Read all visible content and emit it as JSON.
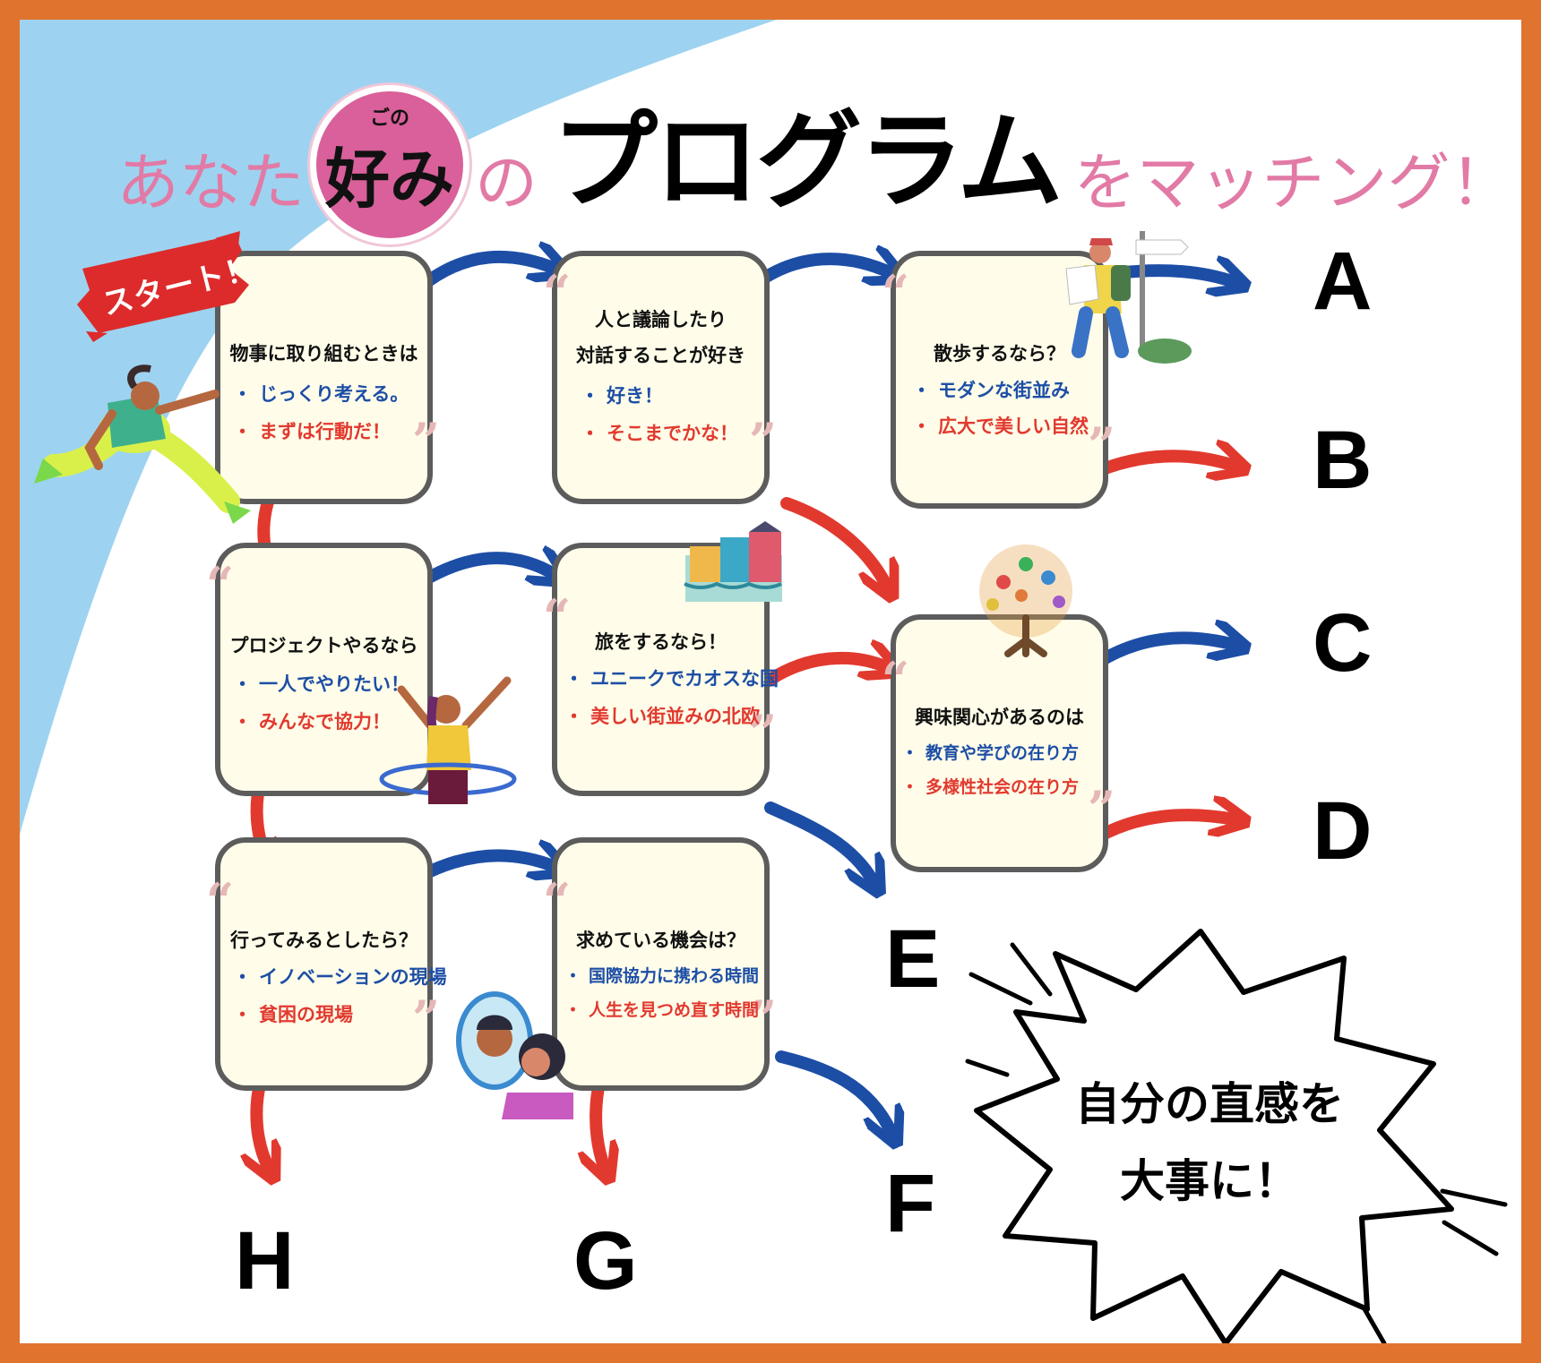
{
  "title": {
    "part1": "あなた",
    "ruby": "ごの",
    "konomi": "好み",
    "part2": "の",
    "main": "プログラム",
    "part3": "をマッチング！"
  },
  "start_label": "スタート！",
  "boxes": [
    {
      "question": "物事に取り組むときは",
      "opt_blue": "じっくり考える。",
      "opt_red": "まずは行動だ！"
    },
    {
      "question": "人と議論したり",
      "question2": "対話することが好き",
      "opt_blue": "好き！",
      "opt_red": "そこまでかな！"
    },
    {
      "question": "散歩するなら？",
      "opt_blue": "モダンな街並み",
      "opt_red": "広大で美しい自然"
    },
    {
      "question": "プロジェクトやるなら",
      "opt_blue": "一人でやりたい！",
      "opt_red": "みんなで協力！"
    },
    {
      "question": "旅をするなら！",
      "opt_blue": "ユニークでカオスな国",
      "opt_red": "美しい街並みの北欧"
    },
    {
      "question": "興味関心があるのは",
      "opt_blue": "教育や学びの在り方",
      "opt_red": "多様性社会の在り方"
    },
    {
      "question": "行ってみるとしたら？",
      "opt_blue": "イノベーションの現場",
      "opt_red": "貧困の現場"
    },
    {
      "question": "求めている機会は？",
      "opt_blue": "国際協力に携わる時間",
      "opt_red": "人生を見つめ直す時間"
    }
  ],
  "bullet": "・",
  "goals": [
    "A",
    "B",
    "C",
    "D",
    "E",
    "F",
    "G",
    "H"
  ],
  "burst": {
    "line1": "自分の直感を",
    "line2": "大事に！"
  },
  "colors": {
    "border": "#e0742f",
    "sky": "#9dd3f0",
    "blue_arrow": "#1d4ea6",
    "red_arrow": "#e2392f",
    "box_bg": "#fffde9",
    "box_border": "#5c5c5c",
    "pink": "#e27aa6",
    "circle": "#d9609a"
  }
}
